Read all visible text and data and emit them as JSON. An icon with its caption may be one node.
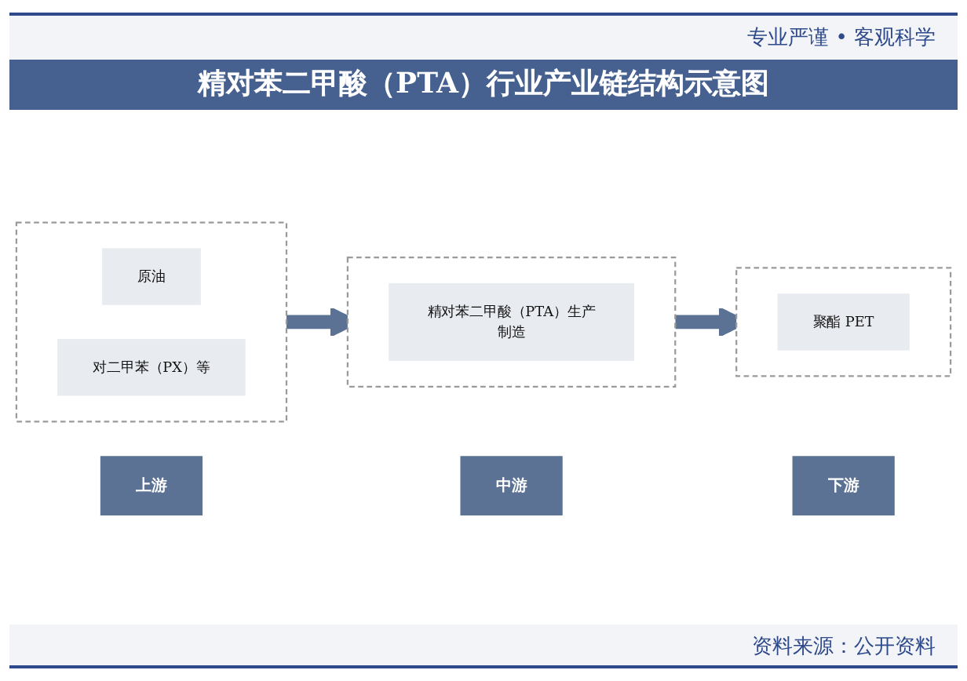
{
  "diagram": {
    "title": "精对苯二甲酸（PTA）行业产业链结构示意图",
    "caption": "资料来源：公开资料",
    "nodes": [
      {
        "text": [
          "上游"
        ]
      },
      {
        "text": [
          "中游"
        ]
      },
      {
        "text": [
          "下游"
        ]
      },
      {
        "text": [],
        "shape": "box"
      },
      {
        "text": [
          "原油"
        ],
        "in": 3
      },
      {
        "text": [
          "对二甲苯（PX）等"
        ],
        "in": 3
      },
      {
        "text": [],
        "shape": "box"
      },
      {
        "text": [
          "精对苯二甲酸（PTA）生产制造"
        ],
        "in": 6
      },
      {
        "text": [],
        "shape": "box"
      },
      {
        "text": [
          "聚酯 PET"
        ],
        "in": 8
      }
    ],
    "edges": [
      {
        "from": 3,
        "to": 6,
        "arrow": "to"
      },
      {
        "from": 6,
        "to": 8,
        "arrow": "to"
      }
    ],
    "labels": [
      "专业严谨 • 客观科学"
    ]
  }
}
